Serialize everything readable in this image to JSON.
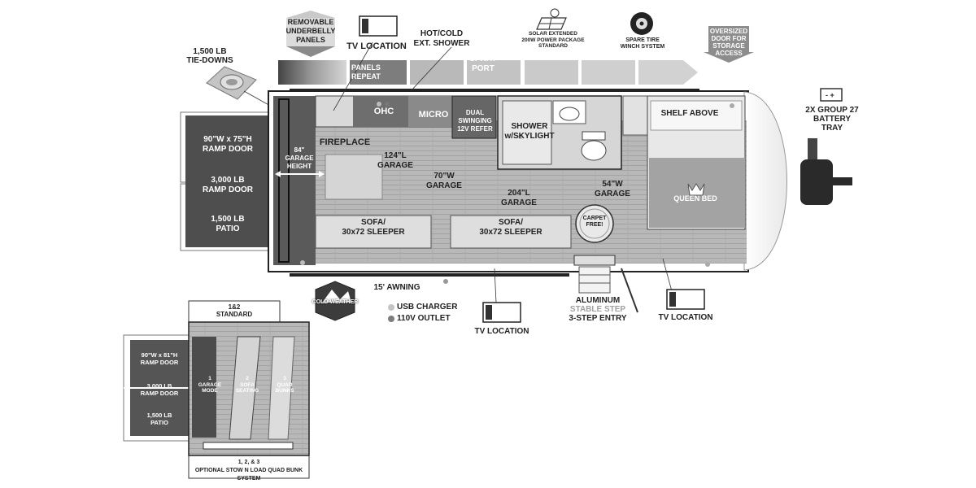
{
  "features": {
    "removable_panels": "REMOVABLE\nUNDERBELLY\nPANELS",
    "tie_downs": "1,500 LB\nTIE-DOWNS",
    "tv_location_top": "TV LOCATION",
    "hot_cold_shower": "HOT/COLD\nEXT. SHOWER",
    "solar": "SOLAR EXTENDED\n200W POWER PACKAGE\nSTANDARD",
    "spare_tire": "SPARE TIRE\nWINCH SYSTEM",
    "oversized_door": "OVERSIZED\nDOOR FOR\nSTORAGE\nACCESS",
    "panels_repeat": "PANELS\nREPEAT",
    "spray_port": "SPRAY\nPORT",
    "battery": "2X GROUP 27\nBATTERY\nTRAY",
    "awning": "15' AWNING",
    "cold_weather": "COLD WEATHER",
    "aluminum_step_1": "ALUMINUM",
    "aluminum_step_2": "STABLE STEP",
    "aluminum_step_3": "3-STEP ENTRY",
    "tv_location_bottom": "TV LOCATION",
    "tv_location_right": "TV LOCATION"
  },
  "legend": {
    "usb": "USB CHARGER",
    "outlet": "110V OUTLET"
  },
  "rooms": {
    "ramp_door": "90\"W x 75\"H\nRAMP DOOR",
    "ramp_weight": "3,000 LB\nRAMP DOOR",
    "patio": "1,500 LB\nPATIO",
    "garage_height": "84\"\nGARAGE\nHEIGHT",
    "ohc": "OHC",
    "micro": "MICRO",
    "refer": "DUAL SWINGING\n12V REFER",
    "fireplace": "FIREPLACE",
    "garage_124": "124\"L\nGARAGE",
    "garage_70": "70\"W\nGARAGE",
    "garage_204": "204\"L\nGARAGE",
    "garage_54": "54\"W\nGARAGE",
    "shower": "SHOWER\nw/SKYLIGHT",
    "shelf": "SHELF ABOVE",
    "queen_bed": "QUEEN BED",
    "sofa_left": "SOFA/\n30x72 SLEEPER",
    "sofa_right": "SOFA/\n30x72 SLEEPER",
    "carpet_free": "CARPET FREE!"
  },
  "inset": {
    "standard": "1&2\nSTANDARD",
    "ramp_door": "90\"W x 81\"H\nRAMP DOOR",
    "ramp_weight": "3,000 LB\nRAMP DOOR",
    "patio": "1,500 LB\nPATIO",
    "mode_1": "1\nGARAGE\nMODE",
    "mode_2": "2\nSOFA\nSEATING",
    "mode_3": "3\nQUAD\nBUNKS",
    "optional": "1, 2, & 3\nOPTIONAL STOW N LOAD QUAD BUNK SYSTEM"
  }
}
